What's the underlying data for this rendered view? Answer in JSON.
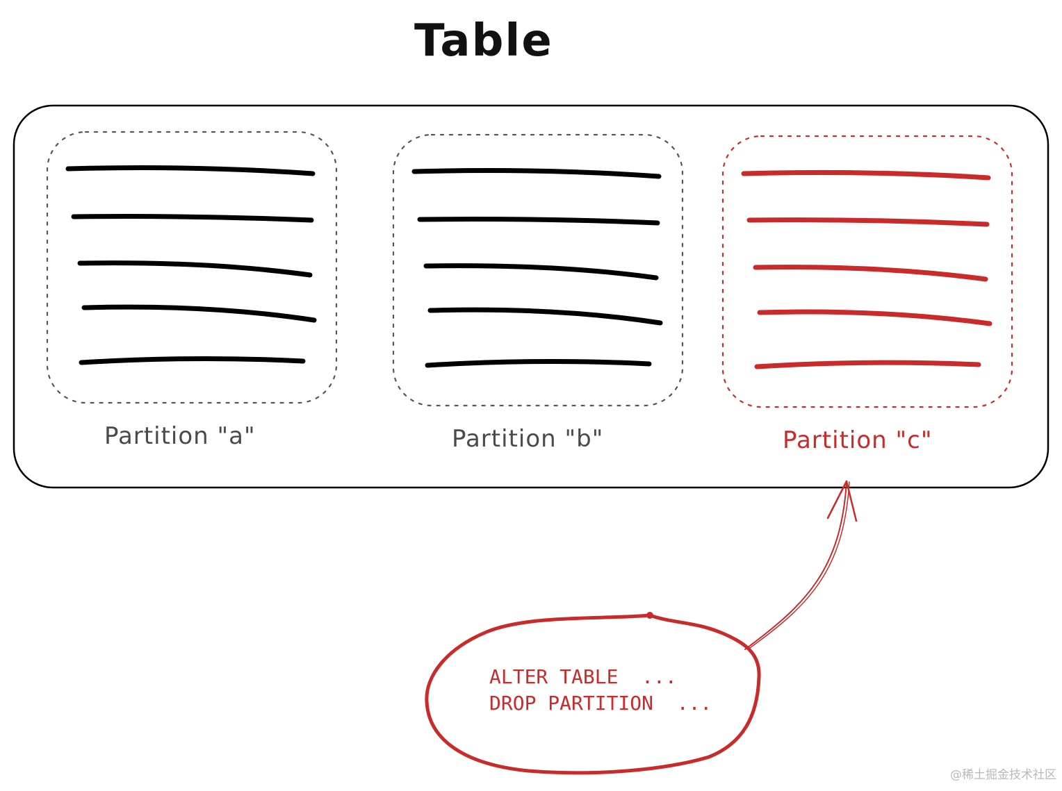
{
  "diagram": {
    "title": "Table",
    "partitions": [
      {
        "label": "Partition \"a\"",
        "color": "#4a4a4a",
        "row_color": "#000000",
        "rows": 5,
        "highlighted": false
      },
      {
        "label": "Partition \"b\"",
        "color": "#4a4a4a",
        "row_color": "#000000",
        "rows": 5,
        "highlighted": false
      },
      {
        "label": "Partition \"c\"",
        "color": "#c92a2a",
        "row_color": "#c92a2a",
        "rows": 5,
        "highlighted": true
      }
    ],
    "callout": {
      "line1": "ALTER TABLE  ...",
      "line2": "DROP PARTITION  ...",
      "color": "#c92a2a",
      "arrow_target": "Partition \"c\""
    },
    "watermark": "@稀土掘金技术社区"
  },
  "colors": {
    "outline": "#000000",
    "accent_red": "#c92a2a",
    "dashed_gray": "#555555",
    "background": "#ffffff"
  }
}
